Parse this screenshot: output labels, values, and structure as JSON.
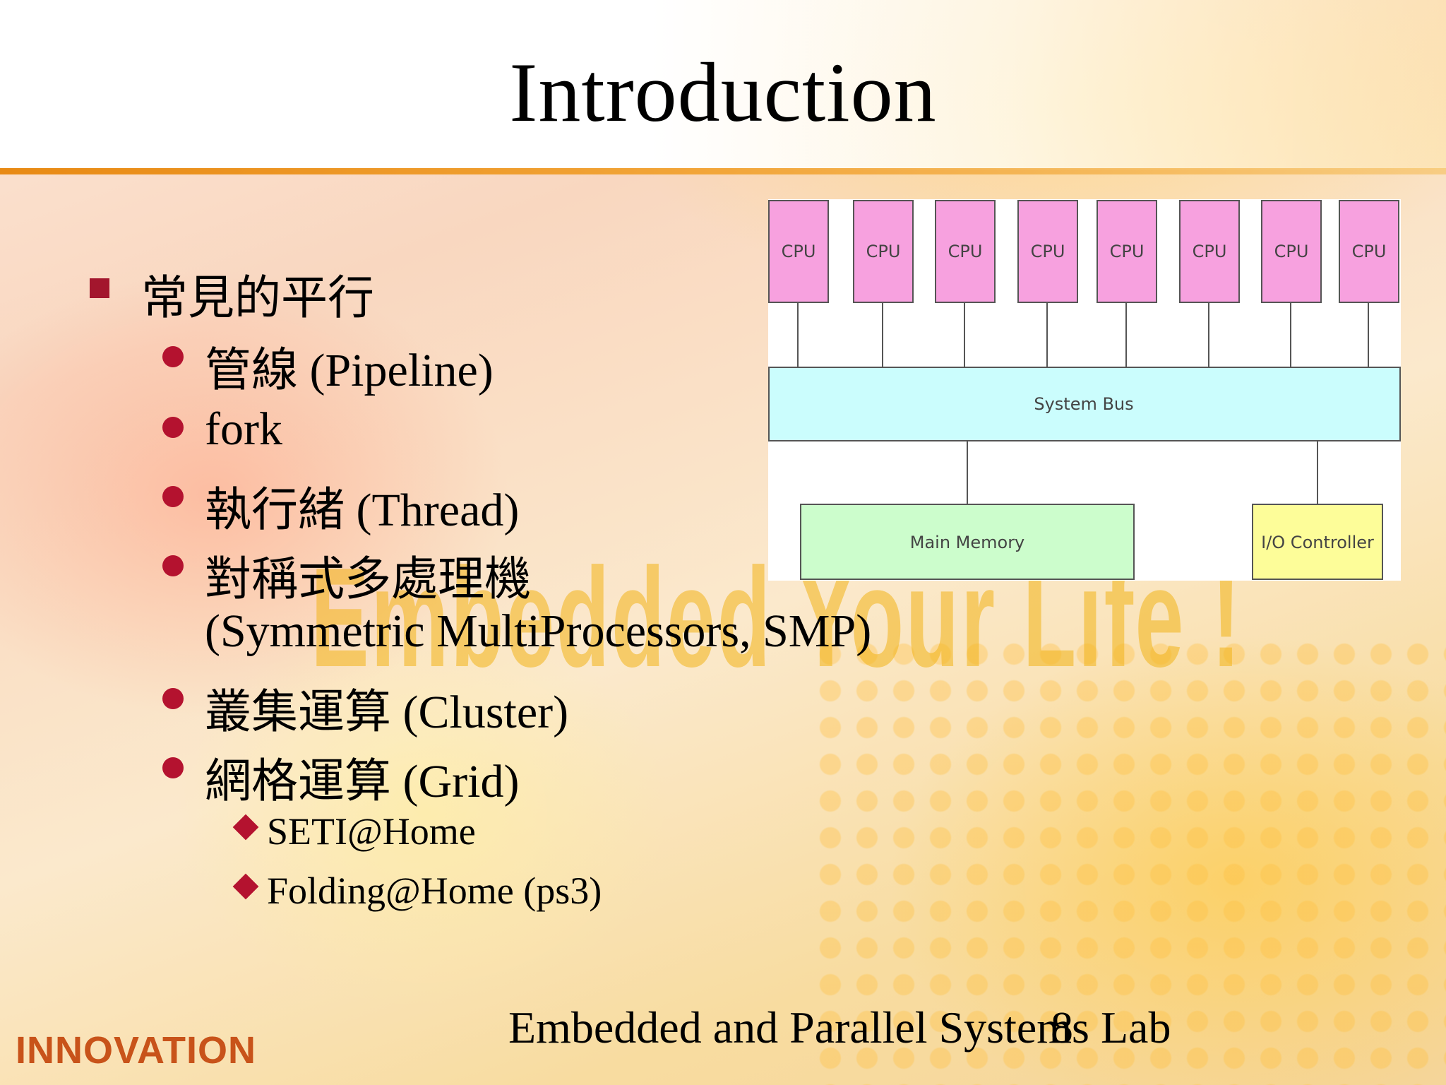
{
  "slide": {
    "title": "Introduction",
    "watermark": "Embedded Your Life !",
    "main_bullet": "常見的平行",
    "items": [
      "管線 (Pipeline)",
      "fork",
      "執行緒 (Thread)",
      "對稱式多處理機",
      "(Symmetric MultiProcessors, SMP)",
      "叢集運算 (Cluster)",
      "網格運算 (Grid)"
    ],
    "subitems": [
      "SETI@Home",
      "Folding@Home (ps3)"
    ],
    "footer": "Embedded and Parallel Systems Lab",
    "page_number": "8",
    "logo": "INNOVATION"
  },
  "diagram": {
    "cpu_labels": [
      "CPU",
      "CPU",
      "CPU",
      "CPU",
      "CPU",
      "CPU",
      "CPU",
      "CPU"
    ],
    "bus_label": "System Bus",
    "memory_label": "Main Memory",
    "io_label": "I/O Controller",
    "colors": {
      "cpu": "#f7a1df",
      "bus": "#cbfdfd",
      "memory": "#ccfdcc",
      "io": "#fdfd99",
      "stroke": "#555555"
    }
  }
}
